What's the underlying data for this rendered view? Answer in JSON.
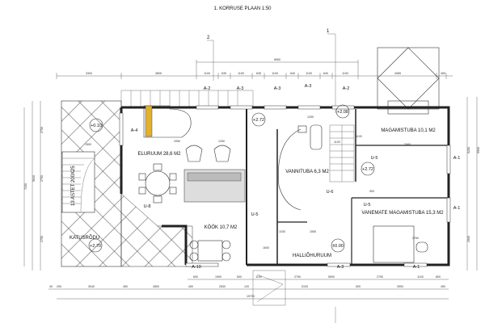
{
  "title": "1. KORRUSE PLAAN 1:50",
  "section_markers": [
    "1",
    "2"
  ],
  "rooms": {
    "living": "ELURUUM 28,6 M2",
    "kitchen": "KÖÖK 10,7 M2",
    "bathroom": "VANNITUBA 6,3 M2",
    "bedroom": "MAGAMISTUBA 10,1 M2",
    "parents_bedroom": "VANEMATE MAGAMISTUBA 15,3 M2",
    "hall": "HALLIÕHURUUM",
    "roof_terrace": "KATUSRÕDU",
    "stairs": "13 ASTET 200X25"
  },
  "levels": [
    "+0.10",
    "+2.72",
    "+2.08",
    "+2.72",
    "+2.70",
    "±0.00"
  ],
  "windows": [
    "A-2",
    "A-3",
    "A-3",
    "A-3",
    "A-2",
    "A-4",
    "A-1",
    "A-1",
    "A-10",
    "A-3",
    "A-1"
  ],
  "doors": [
    "U-5",
    "U-6",
    "U-8",
    "U-5",
    "U-5"
  ],
  "dimensions": {
    "top_total": "8060",
    "top": [
      "3300",
      "3805",
      "1100",
      "635",
      "1100",
      "635",
      "1100",
      "640",
      "1100",
      "640",
      "1100",
      "4085",
      "450"
    ],
    "bottom_1": [
      "600",
      "1900",
      "500",
      "1100",
      "2750",
      "5500",
      "2750",
      "1100",
      "800"
    ],
    "bottom_2": [
      "40",
      "290",
      "3040",
      "450",
      "2800",
      "450",
      "2830",
      "120",
      "5100",
      "500",
      "3900",
      "450"
    ],
    "bottom_total": "19700",
    "left": [
      "2750",
      "5610",
      "2750",
      "7200",
      "2750"
    ],
    "right": [
      "5200",
      "5900",
      "2900"
    ],
    "interior": [
      "2950",
      "1250",
      "1500",
      "1250",
      "1100",
      "2680",
      "1100",
      "1550",
      "1030",
      "900",
      "2750",
      "1600"
    ]
  }
}
